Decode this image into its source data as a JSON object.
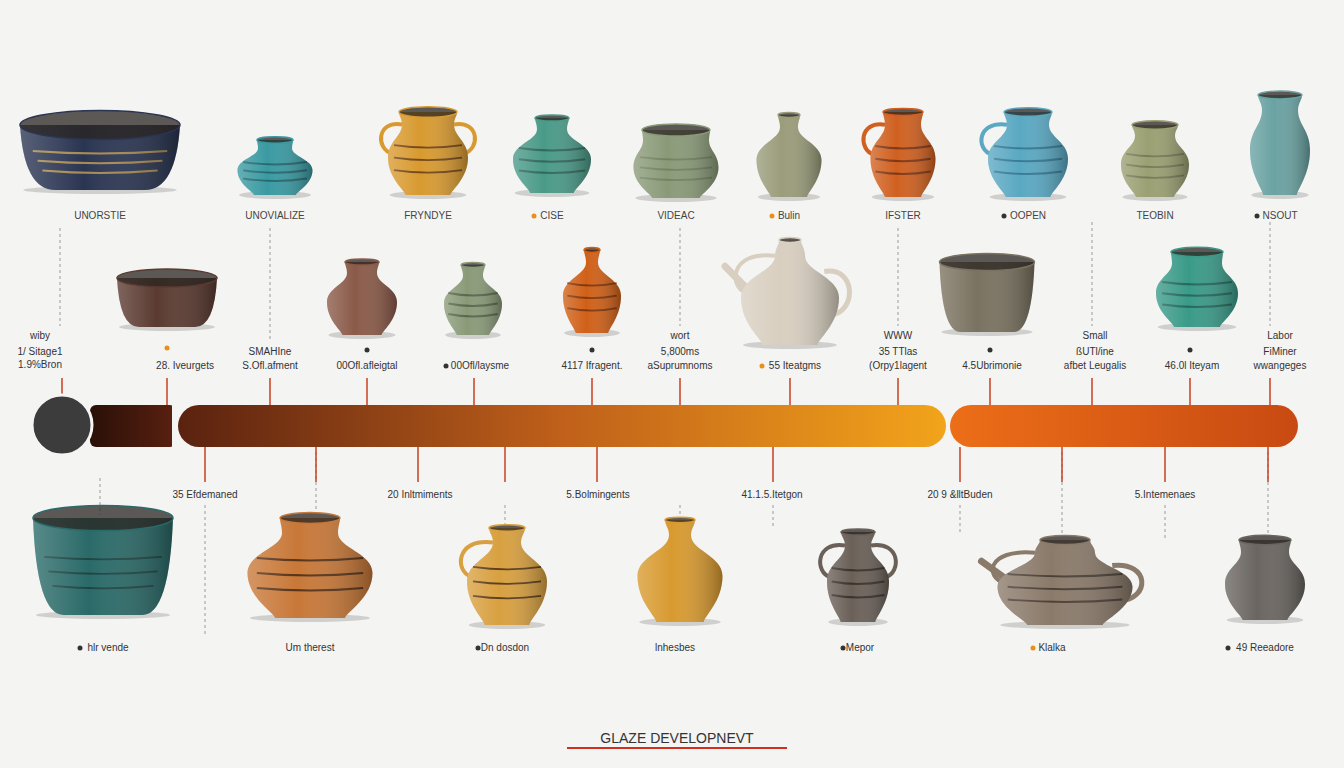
{
  "diagram": {
    "title": "GLAZE DEVELOPNEVT",
    "labels": [
      "UNORSTIE",
      "UNOVIALIZE",
      "FRYNDYE",
      "CISE",
      "VIDEAC",
      "Bulin",
      "IFSTER",
      "OOPEN",
      "TEOBIN",
      "NSOUT",
      "wiby",
      "1/ Sitage1",
      "1.9%Bron",
      "28. Iveurgets",
      "SMAHIne",
      "S.Ofl.afment",
      "00Ofl.afleigtal",
      "00Ofl/laysme",
      "4117 Ifragent.",
      "wort",
      "5,800ms",
      "aSuprumnoms",
      "55 Iteatgms",
      "WWW",
      "35 TTlas",
      "(Orpy1lagent",
      "4.5Ubrimonie",
      "Small",
      "ßUTl/ine",
      "afbet Leugalis",
      "46.0l Iteyam",
      "Labor",
      "FiMiner",
      "wwangeges",
      "35 Efdemaned",
      "20 Inltmiments",
      "5.Bolmingents",
      "41.1.5.Itetgon",
      "20 9 &lltBuden",
      "5.Intemenaes",
      "hlr vende",
      "Um therest",
      "Dn dosdon",
      "lnhesbes",
      "Mepor",
      "Klalka",
      "49 Reeadore"
    ]
  }
}
